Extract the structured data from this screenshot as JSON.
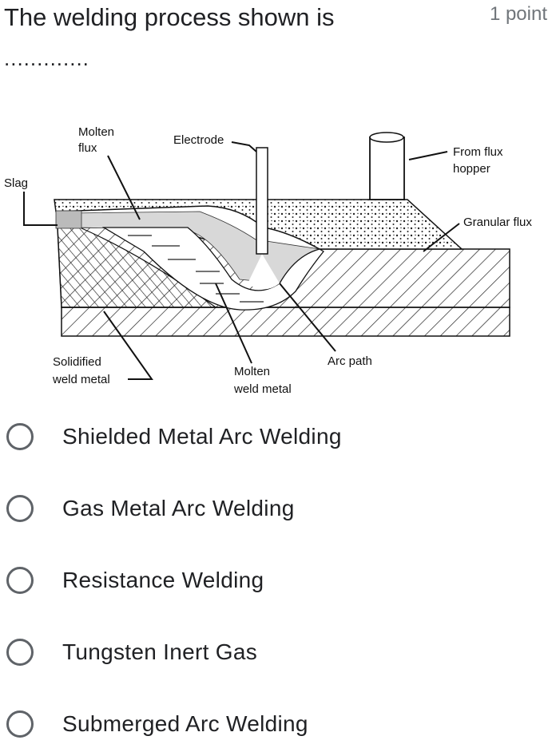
{
  "question": {
    "title": "The welding process shown is",
    "blank": ".............",
    "points": "1 point"
  },
  "diagram": {
    "labels": {
      "molten_flux": [
        "Molten",
        "flux"
      ],
      "electrode": "Electrode",
      "slag": "Slag",
      "from_flux_hopper": [
        "From flux",
        "hopper"
      ],
      "granular_flux": "Granular flux",
      "solidified_weld_metal": [
        "Solidified",
        "weld metal"
      ],
      "molten_weld_metal": [
        "Molten",
        "weld metal"
      ],
      "arc_path": "Arc path"
    }
  },
  "options": [
    {
      "label": "Shielded Metal Arc Welding",
      "selected": false
    },
    {
      "label": "Gas Metal Arc Welding",
      "selected": false
    },
    {
      "label": "Resistance Welding",
      "selected": false
    },
    {
      "label": "Tungsten Inert Gas",
      "selected": false
    },
    {
      "label": "Submerged Arc Welding",
      "selected": false
    }
  ]
}
